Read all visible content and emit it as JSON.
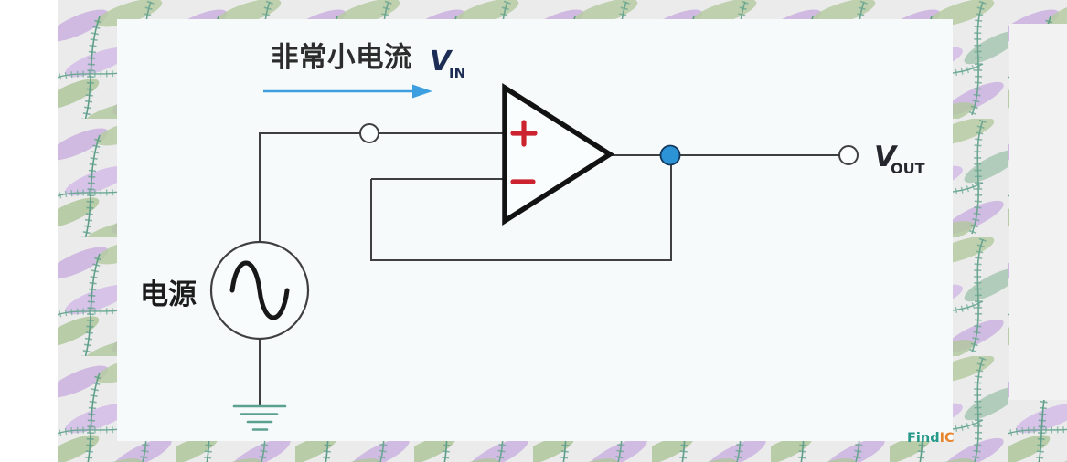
{
  "diagram": {
    "annotation_current": "非常小电流",
    "source_label": "电源",
    "v_in": {
      "main": "V",
      "sub": "IN"
    },
    "v_out": {
      "main": "V",
      "sub": "OUT"
    },
    "opamp": {
      "plus": "+",
      "minus": "−"
    },
    "watermark": {
      "find": "Find",
      "ic": "IC"
    },
    "colors": {
      "canvas_white": "#ffffff",
      "border_band_bg": "#ebebeb",
      "right_strip_bg": "#f2f2f2",
      "panel_bg": "#f6fafa",
      "wire": "#3f3f3f",
      "opamp_outline": "#121212",
      "plus_minus_red": "#cb2330",
      "node_blue": "#2b93d6",
      "node_edge": "#14375c",
      "arrow_blue": "#3d9fe0",
      "vin_navy": "#1d2c55",
      "vout_dark": "#26262e",
      "annotation_text": "#2c2c2c",
      "source_text": "#1c1c1c",
      "ground_teal": "#5aa28f",
      "leaf_purple": "#cbb2e0",
      "leaf_green": "#aec79b",
      "fern_teal": "#64a18d",
      "logo_teal": "#27998a",
      "logo_orange": "#e8862f"
    }
  }
}
